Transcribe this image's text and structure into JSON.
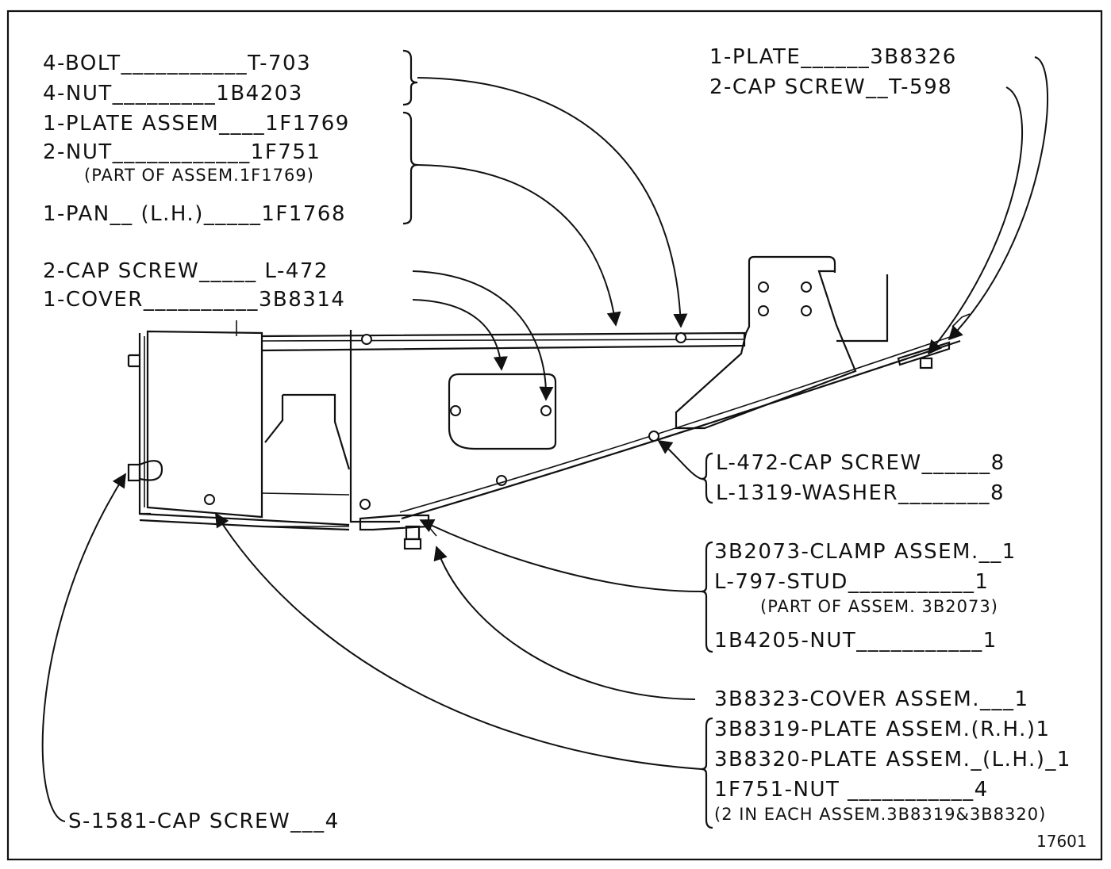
{
  "callouts_top_left": {
    "bolt": "4-BOLT___________T-703",
    "nut": "4-NUT_________1B4203",
    "plate_assem": "1-PLATE ASSEM____1F1769",
    "nut2": "2-NUT____________1F751",
    "nut2_note": "(PART OF ASSEM.1F1769)",
    "pan": "1-PAN__ (L.H.)_____1F1768"
  },
  "callouts_mid_left": {
    "cap_screw": "2-CAP SCREW_____ L-472",
    "cover": "1-COVER__________3B8314"
  },
  "callouts_top_right": {
    "plate": "1-PLATE______3B8326",
    "cap_screw": "2-CAP SCREW__T-598"
  },
  "callouts_right": {
    "cap_screw_l472": "L-472-CAP SCREW______8",
    "washer": "L-1319-WASHER________8",
    "clamp_assem": "3B2073-CLAMP ASSEM.__1",
    "stud": "L-797-STUD___________1",
    "stud_note": "(PART OF ASSEM. 3B2073)",
    "nut_1b4205": "1B4205-NUT___________1",
    "cover_assem": "3B8323-COVER ASSEM.___1",
    "plate_rh": "3B8319-PLATE ASSEM.(R.H.)1",
    "plate_lh": "3B8320-PLATE ASSEM._(L.H.)_1",
    "nut_1f751": "1F751-NUT ___________4",
    "nut_note": "(2 IN EACH ASSEM.3B8319&3B8320)"
  },
  "callouts_bottom_left": {
    "cap_screw_s1581": "S-1581-CAP SCREW___4"
  },
  "figure_number": "17601"
}
